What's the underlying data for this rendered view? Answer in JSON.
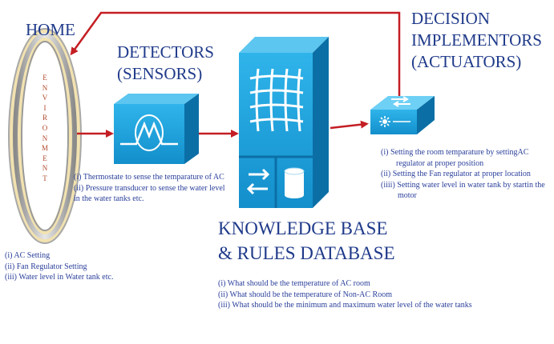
{
  "home": {
    "title": "HOME",
    "environment_letters": [
      "E",
      "N",
      "V",
      "I",
      "R",
      "O",
      "N",
      "M",
      "E",
      "N",
      "T"
    ],
    "notes": [
      "(i) AC Setting",
      "(ii) Fan Regulator Setting",
      "(iii) Water level in Water tank etc."
    ]
  },
  "detectors": {
    "title_line1": "DETECTORS",
    "title_line2": "(SENSORS)",
    "notes": [
      "(i) Thermostate to sense the temparature of AC",
      "(ii) Pressure transducer to sense the water level",
      "in the water tanks etc."
    ]
  },
  "knowledge": {
    "title_line1": "KNOWLEDGE BASE",
    "title_line2": "& RULES DATABASE",
    "notes": [
      "(i) What should be the temperature of AC room",
      "(ii) What should be the temperature of Non-AC Room",
      "(iii) What should be the minimum and maximum water level of the water tanks"
    ]
  },
  "actuators": {
    "title_line1": "DECISION",
    "title_line2": "IMPLEMENTORS",
    "title_line3": "(ACTUATORS)",
    "notes": [
      "(i) Setting the room temparature by settingAC",
      "regulator at proper position",
      "(ii) Setting the Fan regulator at proper location",
      "(iiii) Setting water level in water tank by startin the",
      "motor"
    ]
  },
  "colors": {
    "title_blue": "#1f3a8a",
    "arrow_red": "#c41e24",
    "device_blue": "#1f9fd8",
    "device_dark": "#0b6fa6"
  }
}
